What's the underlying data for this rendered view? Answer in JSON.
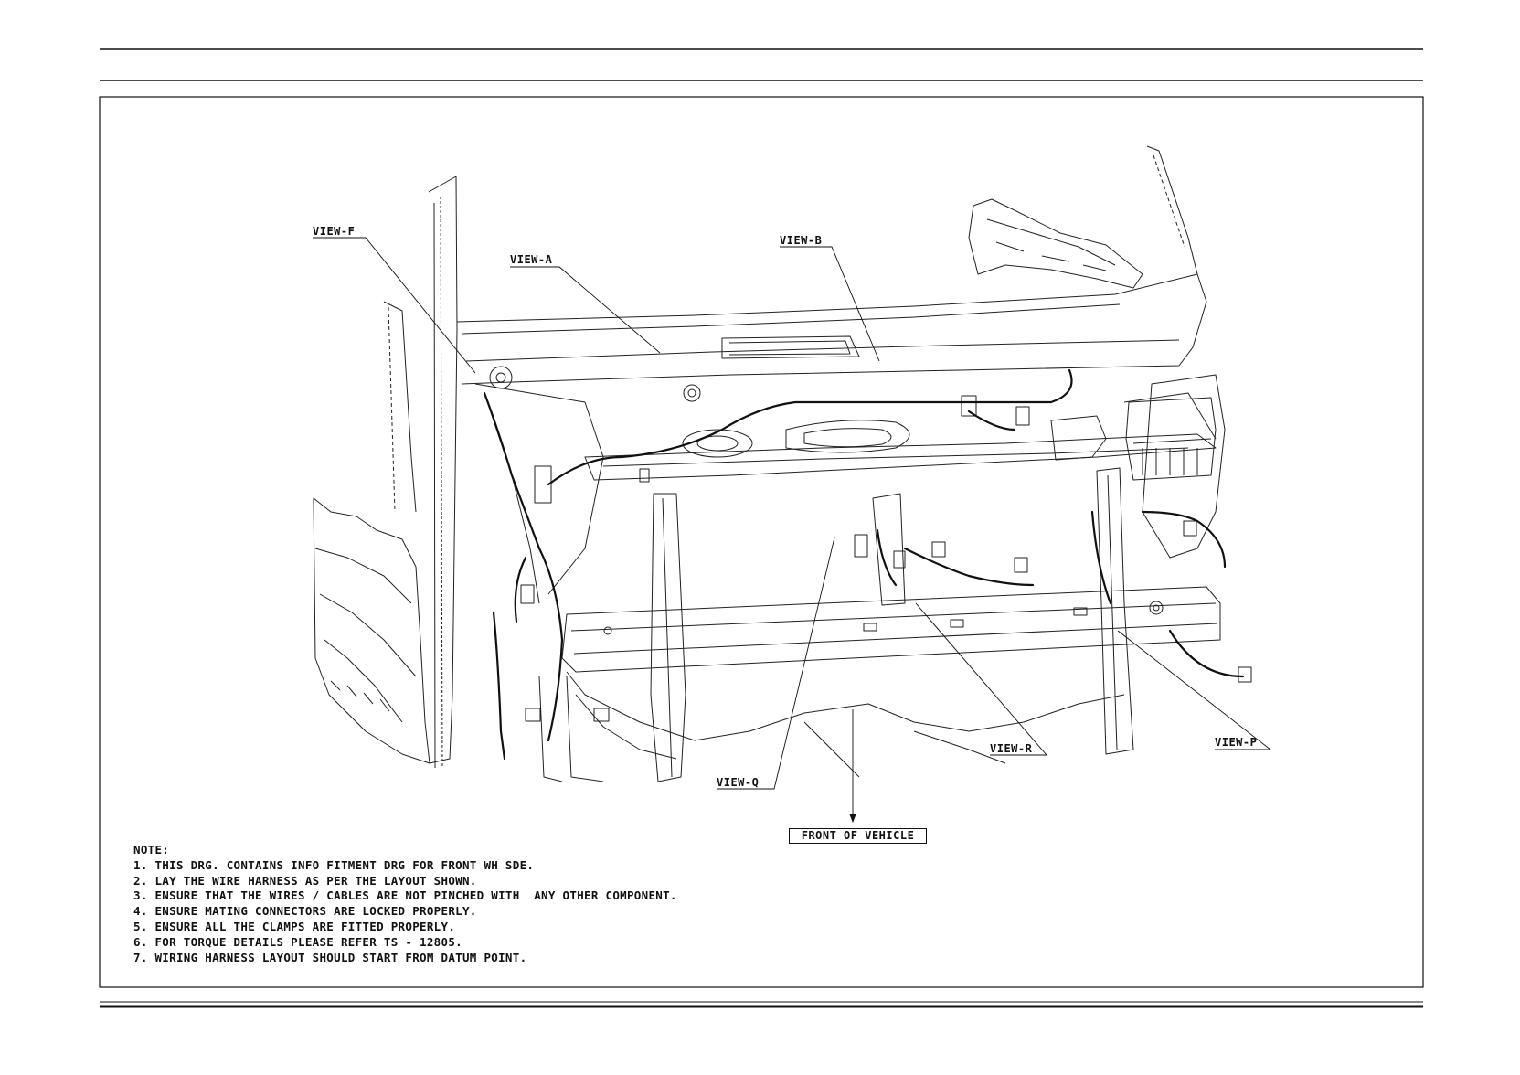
{
  "callouts": {
    "view_f": "VIEW-F",
    "view_a": "VIEW-A",
    "view_b": "VIEW-B",
    "view_q": "VIEW-Q",
    "view_r": "VIEW-R",
    "view_p": "VIEW-P"
  },
  "front_of_vehicle": "FRONT OF VEHICLE",
  "notes": {
    "heading": "NOTE:",
    "items": [
      "1. THIS DRG. CONTAINS INFO FITMENT DRG FOR FRONT WH SDE.",
      "2. LAY THE WIRE HARNESS AS PER THE LAYOUT SHOWN.",
      "3. ENSURE THAT THE WIRES / CABLES ARE NOT PINCHED WITH  ANY OTHER COMPONENT.",
      "4. ENSURE MATING CONNECTORS ARE LOCKED PROPERLY.",
      "5. ENSURE ALL THE CLAMPS ARE FITTED PROPERLY.",
      "6. FOR TORQUE DETAILS PLEASE REFER TS - 12805.",
      "7. WIRING HARNESS LAYOUT SHOULD START FROM DATUM POINT."
    ]
  },
  "colors": {
    "ink": "#111111",
    "paper": "#ffffff"
  }
}
